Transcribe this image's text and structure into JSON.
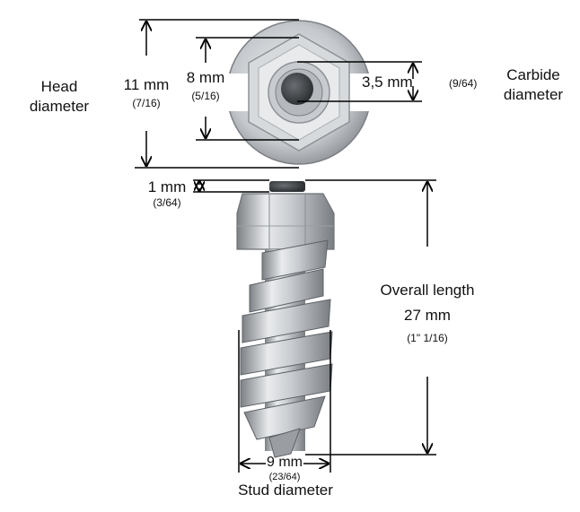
{
  "head_diameter": {
    "label_line1": "Head",
    "label_line2": "diameter",
    "value": "11 mm",
    "fraction": "(7/16)"
  },
  "inner_diameter": {
    "value": "8 mm",
    "fraction": "(5/16)"
  },
  "carbide_diameter": {
    "value": "3,5 mm",
    "fraction": "(9/64)",
    "label_line1": "Carbide",
    "label_line2": "diameter"
  },
  "carbide_protrusion": {
    "value": "1 mm",
    "fraction": "(3/64)"
  },
  "overall_length": {
    "label": "Overall length",
    "value": "27 mm",
    "fraction": "(1\" 1/16)"
  },
  "stud_diameter": {
    "value": "9 mm",
    "fraction": "(23/64)",
    "label": "Stud diameter"
  },
  "colors": {
    "metal_light": "#e6e8ea",
    "metal_mid": "#b4b8bc",
    "metal_dark": "#6e7276",
    "carbide": "#3a3d40",
    "line": "#000000"
  }
}
